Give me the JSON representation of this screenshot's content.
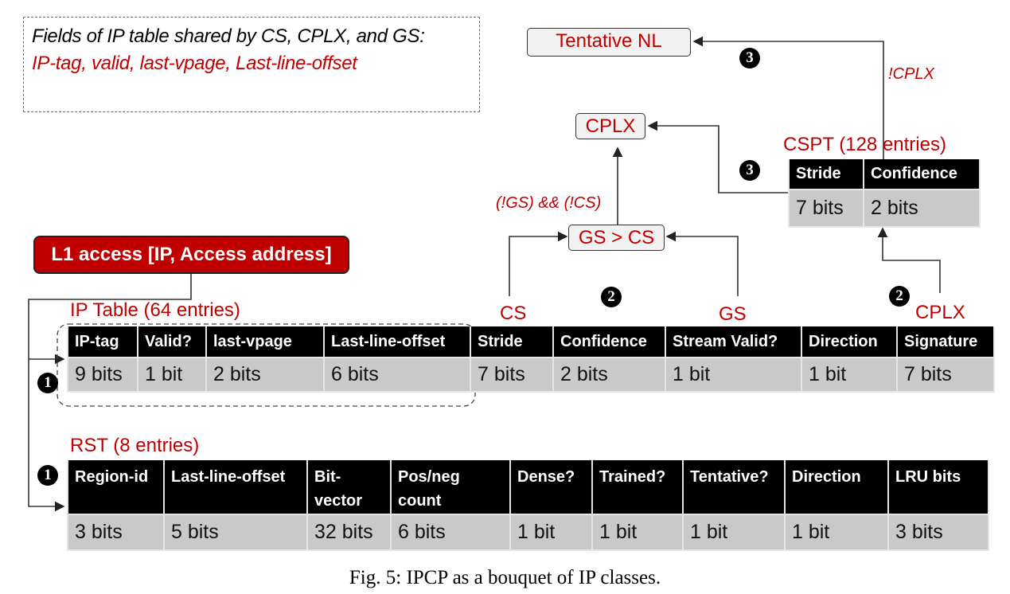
{
  "note": {
    "line1": "Fields of IP table shared by CS, CPLX, and GS:",
    "line2": "IP-tag, valid, last-vpage, Last-line-offset"
  },
  "nodes": {
    "tentative_nl": "Tentative NL",
    "cplx": "CPLX",
    "gs_gt_cs": "GS > CS",
    "l1_access": "L1 access [IP, Access address]"
  },
  "conditions": {
    "not_cplx": "!CPLX",
    "not_gs_and_not_cs": "(!GS) && (!CS)"
  },
  "badges": {
    "step1": "1",
    "step2": "2",
    "step3": "3"
  },
  "class_labels": {
    "cs": "CS",
    "gs": "GS",
    "cplx": "CPLX"
  },
  "cspt": {
    "title": "CSPT (128 entries)",
    "headers": [
      "Stride",
      "Confidence"
    ],
    "values": [
      "7 bits",
      "2 bits"
    ]
  },
  "ip_table": {
    "title": "IP Table (64 entries)",
    "headers": [
      "IP-tag",
      "Valid?",
      "last-vpage",
      "Last-line-offset",
      "Stride",
      "Confidence",
      "Stream Valid?",
      "Direction",
      "Signature"
    ],
    "values": [
      "9 bits",
      "1 bit",
      "2 bits",
      "6 bits",
      "7 bits",
      "2 bits",
      "1 bit",
      "1 bit",
      "7 bits"
    ]
  },
  "rst": {
    "title": "RST (8 entries)",
    "headers": [
      "Region-id",
      "Last-line-offset",
      "Bit-\nvector",
      "Pos/neg\ncount",
      "Dense?",
      "Trained?",
      "Tentative?",
      "Direction",
      "LRU bits"
    ],
    "values": [
      "3 bits",
      "5 bits",
      "32 bits",
      "6 bits",
      "1 bit",
      "1 bit",
      "1 bit",
      "1 bit",
      "3 bits"
    ]
  },
  "caption": "Fig. 5: IPCP as a bouquet of IP classes."
}
